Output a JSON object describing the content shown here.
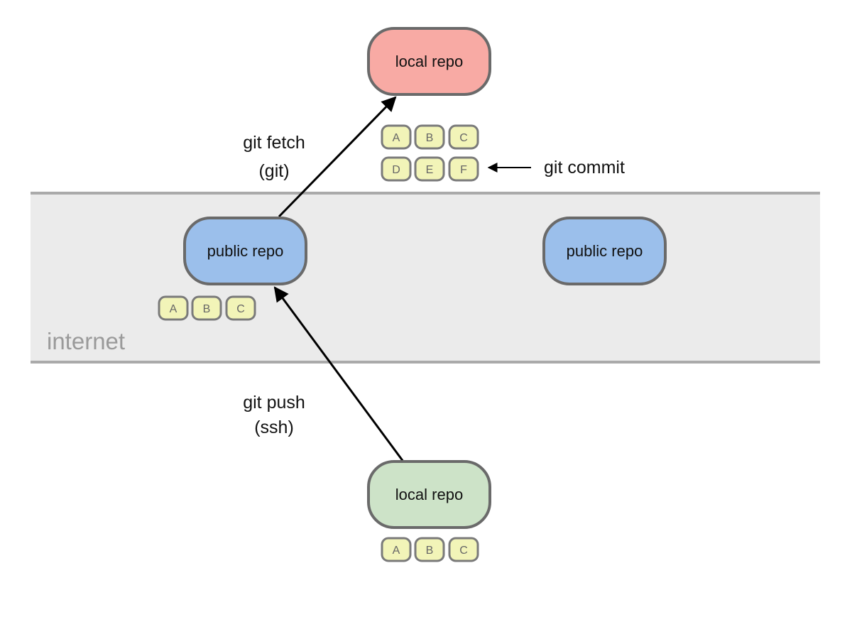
{
  "zone": {
    "label": "internet",
    "fill": "#ebebeb",
    "border": "#aaaaaa"
  },
  "colors": {
    "node_border": "#6a6a6a",
    "commit_fill": "#f2f4b8",
    "commit_border": "#7a7a7a",
    "arrow": "#000000",
    "node_fills": {
      "top_local": "#f8aaa4",
      "public": "#9bbfeb",
      "bottom_local": "#cde3c8"
    }
  },
  "nodes": {
    "top_local": {
      "label": "local repo",
      "commits": [
        "A",
        "B",
        "C",
        "D",
        "E",
        "F"
      ]
    },
    "public_left": {
      "label": "public repo",
      "commits": [
        "A",
        "B",
        "C"
      ]
    },
    "public_right": {
      "label": "public repo"
    },
    "bottom_local": {
      "label": "local repo",
      "commits": [
        "A",
        "B",
        "C"
      ]
    }
  },
  "edges": {
    "fetch": {
      "from": "public_left",
      "to": "top_local",
      "line1": "git fetch",
      "line2": "(git)"
    },
    "push": {
      "from": "bottom_local",
      "to": "public_left",
      "line1": "git push",
      "line2": "(ssh)"
    },
    "commit": {
      "to": "top_local",
      "label": "git commit"
    }
  }
}
